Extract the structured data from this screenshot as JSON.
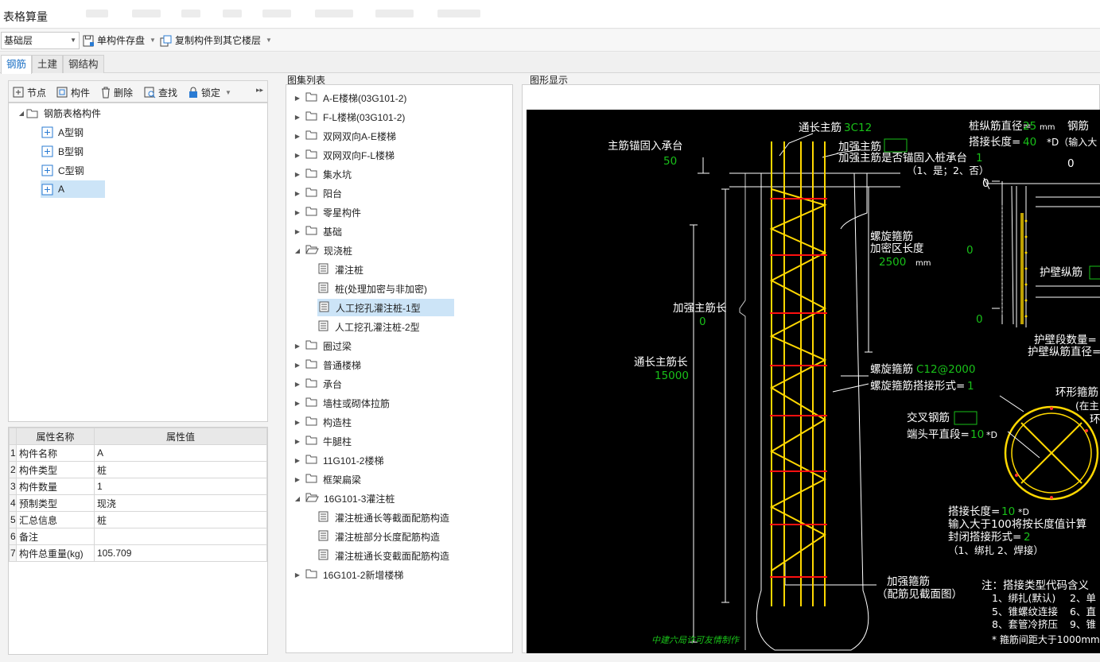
{
  "window": {
    "title": "表格算量"
  },
  "toolbar": {
    "floor": "基础层",
    "save_label": "单构件存盘",
    "copy_label": "复制构件到其它楼层"
  },
  "tabs": [
    "钢筋",
    "土建",
    "钢结构"
  ],
  "left_toolbar": {
    "node": "节点",
    "component": "构件",
    "delete": "删除",
    "find": "查找",
    "lock": "锁定",
    "expand": "▸▸"
  },
  "left_tree": {
    "root": "钢筋表格构件",
    "children": [
      "A型钢",
      "B型钢",
      "C型钢",
      "A"
    ]
  },
  "properties": {
    "headers": [
      "属性名称",
      "属性值"
    ],
    "rows": [
      {
        "idx": "1",
        "name": "构件名称",
        "value": "A"
      },
      {
        "idx": "2",
        "name": "构件类型",
        "value": "桩"
      },
      {
        "idx": "3",
        "name": "构件数量",
        "value": "1"
      },
      {
        "idx": "4",
        "name": "预制类型",
        "value": "现浇"
      },
      {
        "idx": "5",
        "name": "汇总信息",
        "value": "桩"
      },
      {
        "idx": "6",
        "name": "备注",
        "value": ""
      },
      {
        "idx": "7",
        "name": "构件总重量(kg)",
        "value": "105.709"
      }
    ]
  },
  "atlas": {
    "title": "图集列表",
    "items": [
      {
        "label": "A-E楼梯(03G101-2)"
      },
      {
        "label": "F-L楼梯(03G101-2)"
      },
      {
        "label": "双网双向A-E楼梯"
      },
      {
        "label": "双网双向F-L楼梯"
      },
      {
        "label": "集水坑"
      },
      {
        "label": "阳台"
      },
      {
        "label": "零星构件"
      },
      {
        "label": "基础"
      },
      {
        "label": "现浇桩"
      },
      {
        "label": "灌注桩"
      },
      {
        "label": "桩(处理加密与非加密)"
      },
      {
        "label": "人工挖孔灌注桩-1型"
      },
      {
        "label": "人工挖孔灌注桩-2型"
      },
      {
        "label": "圈过梁"
      },
      {
        "label": "普通楼梯"
      },
      {
        "label": "承台"
      },
      {
        "label": "墙柱或砌体拉筋"
      },
      {
        "label": "构造柱"
      },
      {
        "label": "牛腿柱"
      },
      {
        "label": "11G101-2楼梯"
      },
      {
        "label": "框架扁梁"
      },
      {
        "label": "16G101-3灌注桩"
      },
      {
        "label": "灌注桩通长等截面配筋构造"
      },
      {
        "label": "灌注桩部分长度配筋构造"
      },
      {
        "label": "灌注桩通长变截面配筋构造"
      },
      {
        "label": "16G101-2新增楼梯"
      }
    ]
  },
  "graph": {
    "title": "图形显示",
    "texts": {
      "main_anchor": "主筋锚固入承台",
      "main_anchor_val": "50",
      "long_bar": "通长主筋",
      "long_bar_val": "3C12",
      "add_bar": "加强主筋",
      "add_anchor_q": "加强主筋是否锚固入桩承台",
      "add_anchor_val": "1",
      "yes_no": "（1、是；2、否）",
      "pile_dia": "桩纵筋直径=",
      "pile_dia_val": "25",
      "mm1": "mm",
      "rebar_cut": "钢筋",
      "lap_len": "搭接长度=",
      "lap_len_val": "40",
      "lap_note": "*D（输入大",
      "zero_a": "0",
      "zero_b": "0",
      "zero_c": "0",
      "zero_d": "0",
      "spiral": "螺旋箍筋",
      "dense_len": "加密区长度",
      "dense_val": "2500",
      "mm2": "mm",
      "wall_bar": "护壁纵筋",
      "add_len": "加强主筋长",
      "add_len_val": "0",
      "long_len": "通长主筋长",
      "long_len_val": "15000",
      "wall_seg": "护壁段数量=",
      "wall_dia": "护壁纵筋直径=",
      "spiral2": "螺旋箍筋",
      "spiral_val": "C12@2000",
      "spiral_lap": "螺旋箍筋搭接形式=",
      "spiral_lap_val": "1",
      "ring": "环形箍筋",
      "ring_sub": "(在主",
      "ring_cut": "环",
      "cross": "交叉钢筋",
      "end_straight": "端头平直段=",
      "end_val": "10",
      "end_unit": "*D",
      "lap2": "搭接长度=",
      "lap2_val": "10",
      "lap2_unit": "*D",
      "lap2_note": "输入大于100将按长度值计算",
      "closed": "封闭搭接形式=",
      "closed_val": "2",
      "closed_opts": "（1、绑扎  2、焊接）",
      "add_stirrup": "加强箍筋",
      "add_stirrup_sub": "（配筋见截面图）",
      "note_title": "注：搭接类型代码含义",
      "note1": "1、绑扎(默认)",
      "note1b": "2、单",
      "note5": "5、锥螺纹连接",
      "note5b": "6、直",
      "note8": "8、套管冷挤压",
      "note8b": "9、锥",
      "note_star": "* 箍筋间距大于1000mm",
      "credit": "中建六局许可友情制作"
    }
  }
}
